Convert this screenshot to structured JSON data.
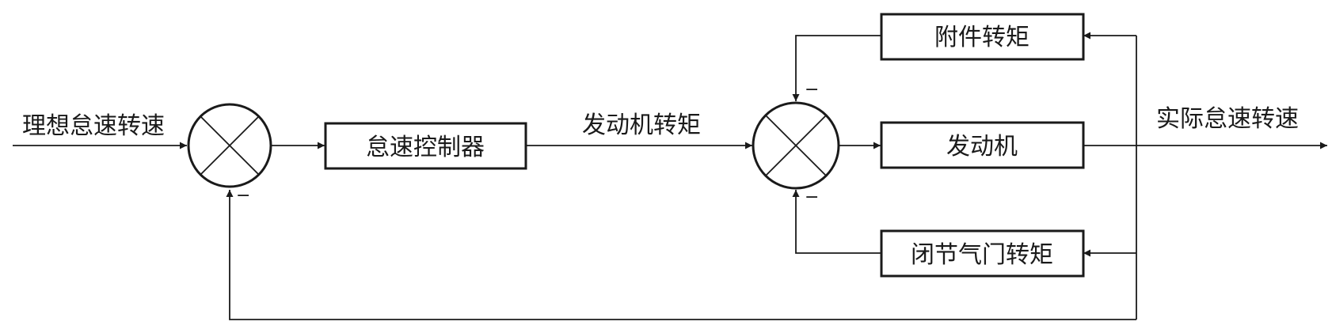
{
  "signals": {
    "input": "理想怠速转速",
    "engine_torque": "发动机转矩",
    "output": "实际怠速转速"
  },
  "blocks": {
    "idle_controller": "怠速控制器",
    "engine": "发动机",
    "accessory_torque": "附件转矩",
    "closed_throttle_torque": "闭节气门转矩"
  },
  "signs": {
    "minus": "−"
  }
}
